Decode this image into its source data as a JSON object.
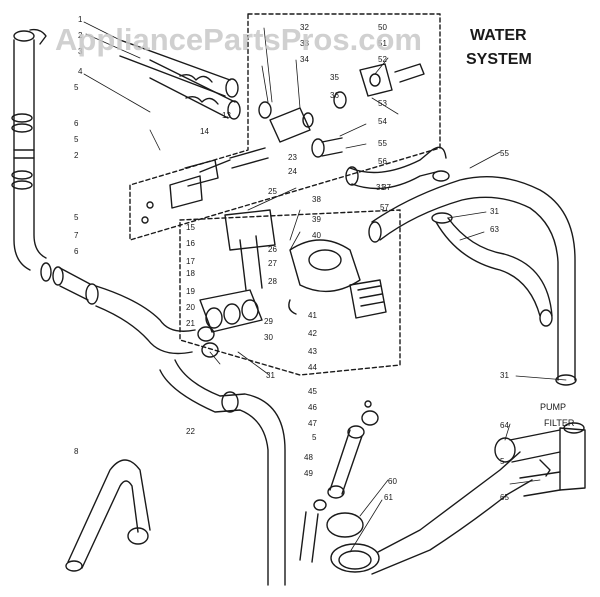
{
  "title_line1": "WATER",
  "title_line2": "SYSTEM",
  "watermark": "AppliancePartsPros.com",
  "labels": {
    "pump": "PUMP",
    "filter": "FILTER"
  },
  "part_numbers": {
    "p1": "1",
    "p2a": "2",
    "p2b": "2",
    "p3": "3",
    "p4": "4",
    "p5a": "5",
    "p5b": "5",
    "p5c": "5",
    "p5d": "5",
    "p5e": "5",
    "p6a": "6",
    "p6b": "6",
    "p7": "7",
    "p8": "8",
    "p13": "13",
    "p14": "14",
    "p15": "15",
    "p16": "16",
    "p17": "17",
    "p18": "18",
    "p19": "19",
    "p20": "20",
    "p21": "21",
    "p22": "22",
    "p23": "23",
    "p24": "24",
    "p25": "25",
    "p26": "26",
    "p27": "27",
    "p28": "28",
    "p29": "29",
    "p30": "30",
    "p31a": "31",
    "p31b": "31",
    "p31c": "31",
    "p31d": "31",
    "p32": "32",
    "p33": "33",
    "p34": "34",
    "p35": "35",
    "p36": "36",
    "p37": "37",
    "p38": "38",
    "p39": "39",
    "p40": "40",
    "p41": "41",
    "p42": "42",
    "p43": "43",
    "p44": "44",
    "p45": "45",
    "p46": "46",
    "p47": "47",
    "p48": "48",
    "p49": "49",
    "p50": "50",
    "p51": "51",
    "p52": "52",
    "p53": "53",
    "p54": "54",
    "p55a": "55",
    "p55b": "55",
    "p56": "56",
    "p57": "57",
    "p60": "60",
    "p61": "61",
    "p63": "63",
    "p64": "64",
    "p65": "65"
  },
  "colors": {
    "ink": "#1a1a1a",
    "paper": "#ffffff",
    "watermark": "#c8c8c8"
  }
}
